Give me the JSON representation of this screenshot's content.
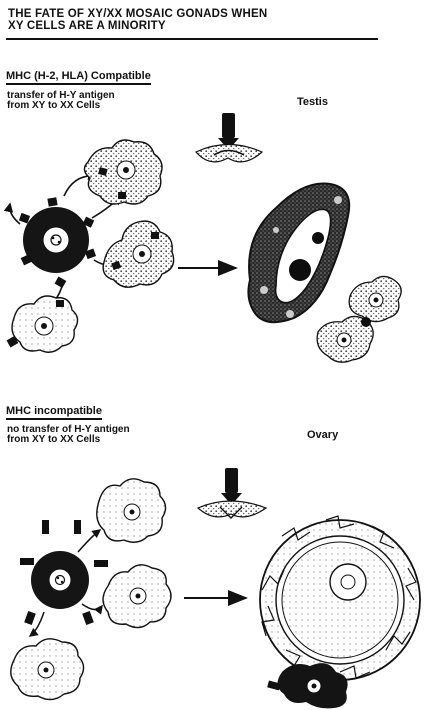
{
  "title": {
    "line1": "THE FATE OF XY/XX MOSAIC GONADS WHEN",
    "line2": "XY CELLS ARE A MINORITY"
  },
  "panels": [
    {
      "heading": "MHC (H-2, HLA) Compatible",
      "desc_line1": "transfer of H-Y antigen",
      "desc_line2": "from XY to XX Cells",
      "outcome": "Testis"
    },
    {
      "heading": "MHC incompatible",
      "desc_line1": "no transfer of H-Y antigen",
      "desc_line2": "from XY to XX Cells",
      "outcome": "Ovary"
    }
  ],
  "colors": {
    "ink": "#111111",
    "stipple": "#555555",
    "paper": "#ffffff"
  },
  "icons": [
    "xy-cell-icon",
    "xx-cell-icon",
    "antibody-icon",
    "arrow-icon",
    "testis-icon",
    "ovary-icon"
  ]
}
